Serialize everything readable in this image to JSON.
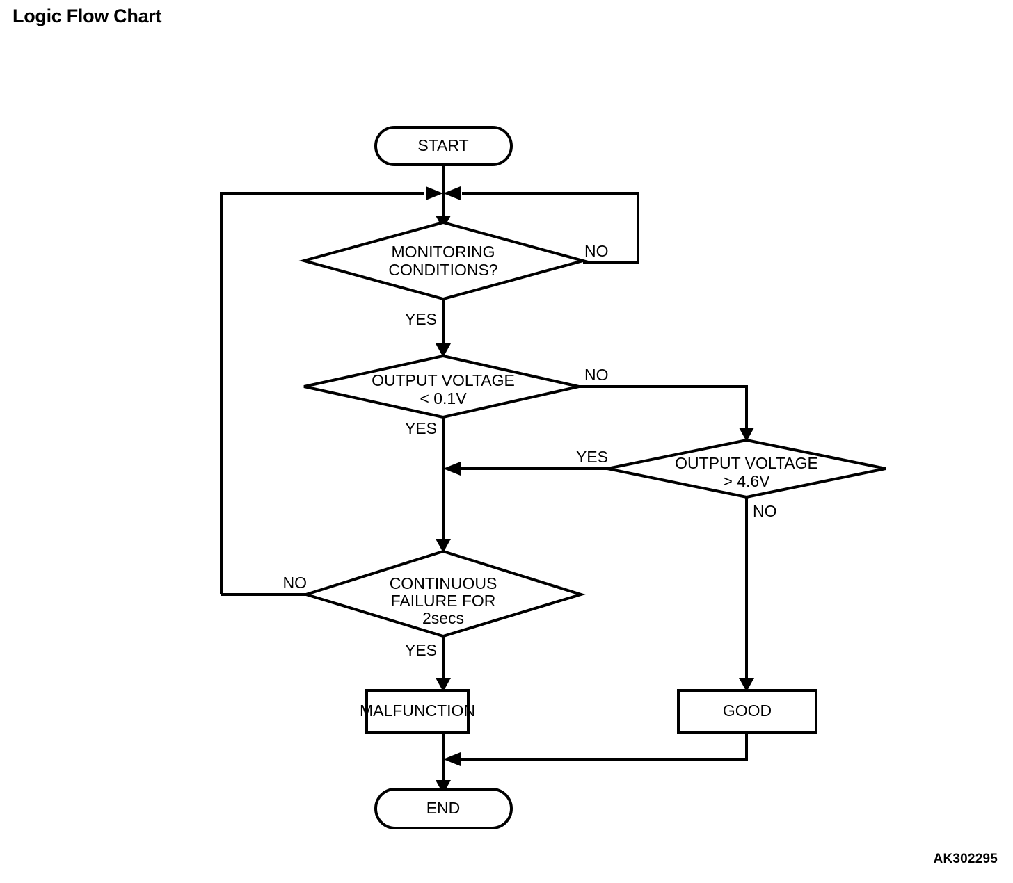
{
  "page": {
    "title": "Logic Flow Chart",
    "figure_code": "AK302295",
    "background_color": "#ffffff",
    "line_color": "#000000"
  },
  "chart_data": {
    "type": "diagram",
    "diagram_kind": "flowchart",
    "title": "Logic Flow Chart",
    "nodes": [
      {
        "id": "start",
        "shape": "terminator",
        "label": "START"
      },
      {
        "id": "monitoring",
        "shape": "decision",
        "label": "MONITORING CONDITIONS?",
        "line1": "MONITORING",
        "line2": "CONDITIONS?"
      },
      {
        "id": "volt_low",
        "shape": "decision",
        "label": "OUTPUT VOLTAGE < 0.1V",
        "line1": "OUTPUT VOLTAGE",
        "line2": "< 0.1V"
      },
      {
        "id": "volt_high",
        "shape": "decision",
        "label": "OUTPUT VOLTAGE > 4.6V",
        "line1": "OUTPUT VOLTAGE",
        "line2": "> 4.6V"
      },
      {
        "id": "cont_fail",
        "shape": "decision",
        "label": "CONTINUOUS FAILURE FOR 2secs",
        "line1": "CONTINUOUS",
        "line2": "FAILURE FOR",
        "line3": "2secs"
      },
      {
        "id": "malfunction",
        "shape": "process",
        "label": "MALFUNCTION"
      },
      {
        "id": "good",
        "shape": "process",
        "label": "GOOD"
      },
      {
        "id": "end",
        "shape": "terminator",
        "label": "END"
      }
    ],
    "edges": [
      {
        "from": "start",
        "to": "monitoring",
        "label": ""
      },
      {
        "from": "monitoring",
        "to": "monitoring",
        "label": "NO",
        "note": "loops back to input of MONITORING CONDITIONS via right path"
      },
      {
        "from": "monitoring",
        "to": "volt_low",
        "label": "YES"
      },
      {
        "from": "volt_low",
        "to": "volt_high",
        "label": "NO"
      },
      {
        "from": "volt_low",
        "to": "cont_fail",
        "label": "YES"
      },
      {
        "from": "volt_high",
        "to": "cont_fail",
        "label": "YES"
      },
      {
        "from": "volt_high",
        "to": "good",
        "label": "NO"
      },
      {
        "from": "cont_fail",
        "to": "monitoring",
        "label": "NO",
        "note": "loops back to input of MONITORING CONDITIONS via left path"
      },
      {
        "from": "cont_fail",
        "to": "malfunction",
        "label": "YES"
      },
      {
        "from": "malfunction",
        "to": "end",
        "label": ""
      },
      {
        "from": "good",
        "to": "end",
        "label": ""
      }
    ],
    "edge_labels": {
      "monitoring_no": "NO",
      "monitoring_yes": "YES",
      "volt_low_no": "NO",
      "volt_low_yes": "YES",
      "volt_high_yes": "YES",
      "volt_high_no": "NO",
      "cont_fail_no": "NO",
      "cont_fail_yes": "YES"
    }
  }
}
